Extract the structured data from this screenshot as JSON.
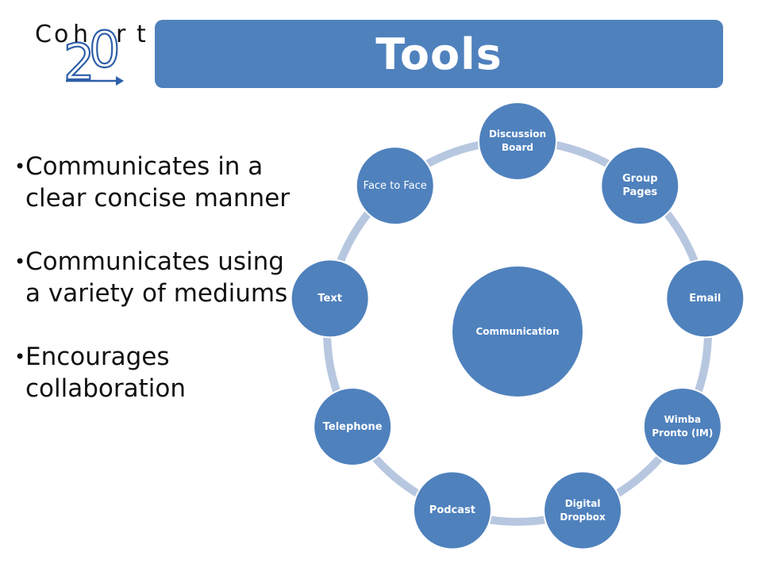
{
  "logo": {
    "letters": [
      "C",
      "o",
      "h",
      "r",
      "t"
    ],
    "number": "20"
  },
  "header": {
    "title": "Tools"
  },
  "bullets": [
    "Communicates in a clear concise manner",
    "Communicates using a variety of mediums",
    "Encourages collaboration"
  ],
  "diagram": {
    "center": "Communication",
    "nodes": [
      {
        "label": "Discussion Board",
        "bold": true
      },
      {
        "label": "Group Pages",
        "bold": true
      },
      {
        "label": "Email",
        "bold": true
      },
      {
        "label": "Wimba Pronto (IM)",
        "bold": true
      },
      {
        "label": "Digital Dropbox",
        "bold": true
      },
      {
        "label": "Podcast",
        "bold": true
      },
      {
        "label": "Telephone",
        "bold": true
      },
      {
        "label": "Text",
        "bold": true
      },
      {
        "label": "Face to Face",
        "bold": false
      }
    ]
  },
  "colors": {
    "accent": "#4f81bd",
    "ring": "#b7c7e0",
    "text": "#111111"
  }
}
